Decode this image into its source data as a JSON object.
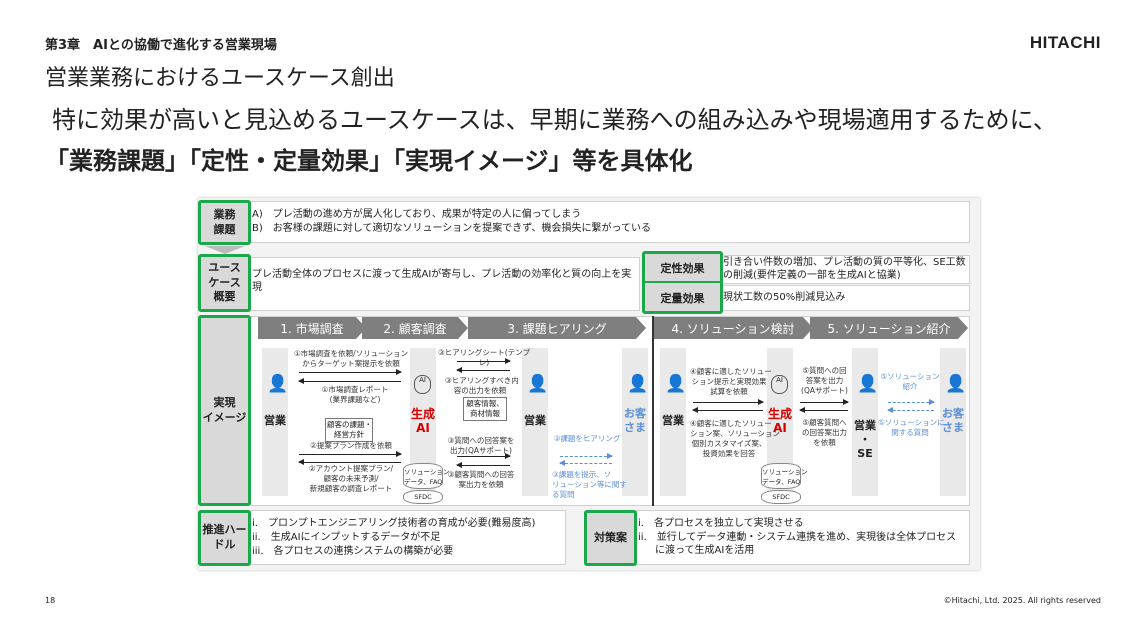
{
  "header": {
    "chapter": "第3章　AIとの協働で進化する営業現場",
    "title": "営業業務におけるユースケース創出",
    "logo": "HITACHI"
  },
  "headline": {
    "line1": "特に効果が高いと見込めるユースケースは、早期に業務への組み込みや現場適用するために、",
    "line2": "「業務課題」「定性・定量効果」「実現イメージ」等を具体化"
  },
  "rows": {
    "issues": {
      "label": "業務\n課題",
      "items": [
        "A)　プレ活動の進め方が属人化しており、成果が特定の人に偏ってしまう",
        "B)　お客様の課題に対して適切なソリューションを提案できず、機会損失に繋がっている"
      ]
    },
    "usecase": {
      "label": "ユース\nケース\n概要",
      "text": "プレ活動全体のプロセスに渡って生成AIが寄与し、プレ活動の効率化と質の向上を実現"
    },
    "qualitative": {
      "label": "定性効果",
      "text": "引き合い件数の増加、プレ活動の質の平等化、SE工数の削減(要件定義の一部を生成AIと協業)"
    },
    "quantitative": {
      "label": "定量効果",
      "text": "現状工数の50%削減見込み"
    },
    "image": {
      "label": "実現\nイメージ"
    },
    "hurdles": {
      "label": "推進ハー\nドル",
      "items": [
        "i.　プロンプトエンジニアリング技術者の育成が必要(難易度高)",
        "ii.　生成AIにインプットするデータが不足",
        "iii.　各プロセスの連携システムの構築が必要"
      ]
    },
    "measures": {
      "label": "対策案",
      "items": [
        "i.　各プロセスを独立して実現させる",
        "ii.　並行してデータ連動・システム連携を進め、実現後は全体プロセスに渡って生成AIを活用"
      ]
    }
  },
  "phases": [
    "1. 市場調査",
    "2. 顧客調査",
    "3. 課題ヒアリング",
    "4. ソリューション検討",
    "5. ソリューション紹介"
  ],
  "actors": {
    "sales": "営業",
    "ai": "生成\nAI",
    "customer": "お客\nさま",
    "sales_se": "営業\n・\nSE",
    "db_top": "ソリューション\nデータ、FAQ",
    "db_bottom": "SFDC"
  },
  "flow": {
    "m1_req": "①市場調査を依頼/ソリューションからターゲット案提示を依頼",
    "m1_res": "①市場調査レポート\n(業界課題など)",
    "m2_doc": "顧客の課題・\n経営方針",
    "m2_req": "②提案プラン作成を依頼",
    "m2_res": "②アカウント提案プラン/\n顧客の未来予測/\n新規顧客の調査レポート",
    "m3_sheet": "③ヒアリングシート(テンプレ)",
    "m3_req": "③ヒアリングすべき内\n容の出力を依頼",
    "m3_doc": "顧客情報、\n商材情報",
    "m3_qa": "③質問への回答案を\n出力(QAサポート)",
    "m3_ask": "③顧客質問への回答\n案出力を依頼",
    "m3_hear": "③課題をヒアリング",
    "m3_cust": "③課題を提示、ソ\nリューション等に関す\nる質問",
    "m4_req": "④顧客に適したソリュー\nション提示と実現効果\n試算を依頼",
    "m4_res": "④顧客に適したソリュー\nション案、ソリューション\n個別カスタマイズ案、\n投資効果を回答",
    "m5_qa": "⑤質問への回\n答案を出力\n(QAサポート)",
    "m5_ask": "⑤顧客質問へ\nの回答案出力\nを依頼",
    "m5_intro": "⑤ソリューション\n紹介",
    "m5_cust": "⑤ソリューションに\n関する質問"
  },
  "footer": {
    "page": "18",
    "copyright": "©Hitachi, Ltd. 2025. All rights reserved"
  },
  "colors": {
    "highlight": "#1aa84a",
    "ai": "#d40000",
    "customer": "#5b8fd6",
    "phase": "#7f7f7f"
  }
}
